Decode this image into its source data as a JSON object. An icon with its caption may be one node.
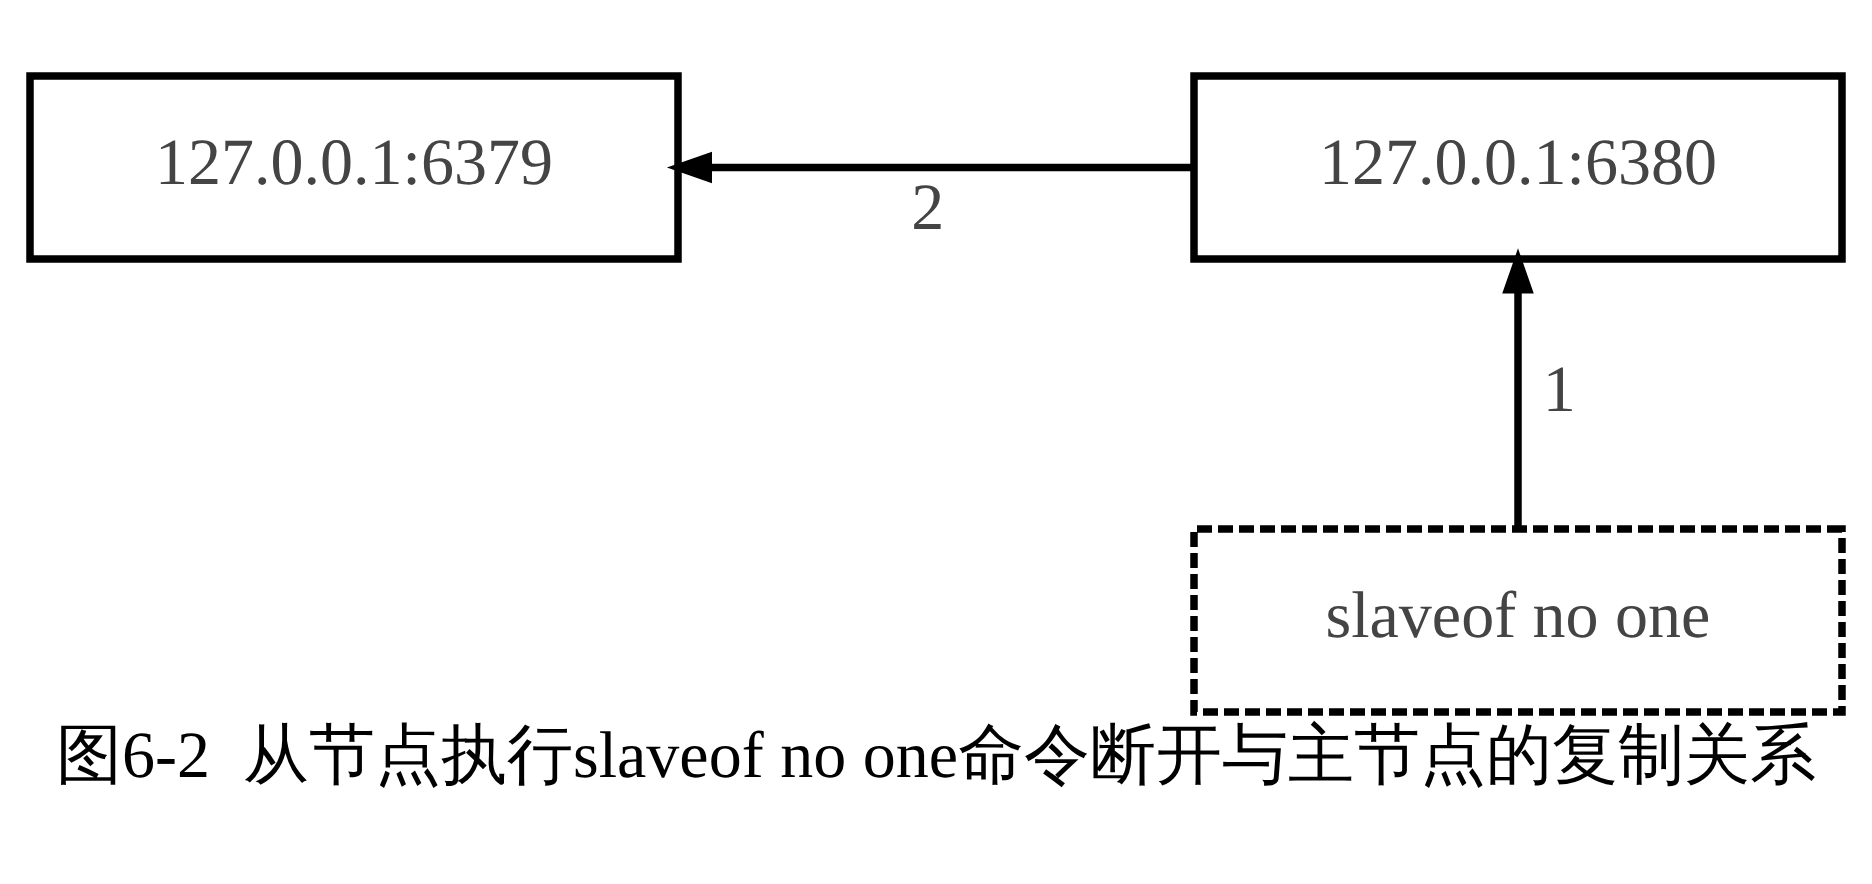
{
  "diagram": {
    "caption": "图6-2  从节点执行slaveof no one命令断开与主节点的复制关系",
    "nodes": [
      {
        "text": [
          "127.0.0.1:6379"
        ]
      },
      {
        "text": [
          "127.0.0.1:6380"
        ]
      },
      {
        "text": [
          "slaveof no one"
        ]
      }
    ],
    "edges": [
      {
        "from": 1,
        "to": 0,
        "arrow": "to",
        "label": "2"
      },
      {
        "from": 2,
        "to": 1,
        "arrow": "to",
        "label": "1"
      }
    ]
  }
}
